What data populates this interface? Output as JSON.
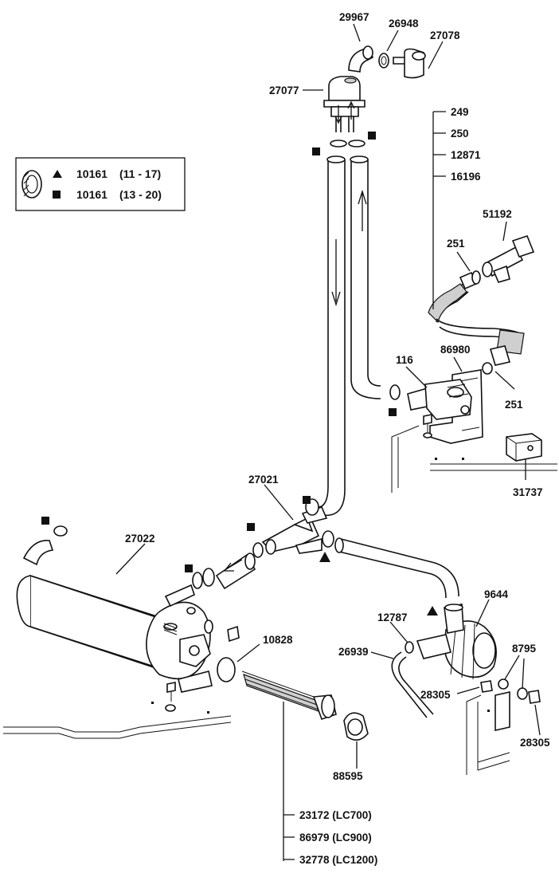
{
  "legend": {
    "rows": [
      {
        "symbol": "triangle",
        "part": "10161",
        "range": "(11 - 17)"
      },
      {
        "symbol": "square",
        "part": "10161",
        "range": "(13 - 20)"
      }
    ]
  },
  "labels": {
    "p29967": "29967",
    "p26948": "26948",
    "p27078": "27078",
    "p27077": "27077",
    "p249": "249",
    "p250": "250",
    "p12871": "12871",
    "p16196": "16196",
    "p51192": "51192",
    "p251a": "251",
    "p251b": "251",
    "p116": "116",
    "p86980": "86980",
    "p31737": "31737",
    "p27021": "27021",
    "p27022": "27022",
    "p10828": "10828",
    "p12787": "12787",
    "p9644": "9644",
    "p26939": "26939",
    "p8795": "8795",
    "p28305a": "28305",
    "p28305b": "28305",
    "p88595": "88595",
    "p23172": "23172 (LC700)",
    "p86979": "86979 (LC900)",
    "p32778": "32778 (LC1200)"
  }
}
